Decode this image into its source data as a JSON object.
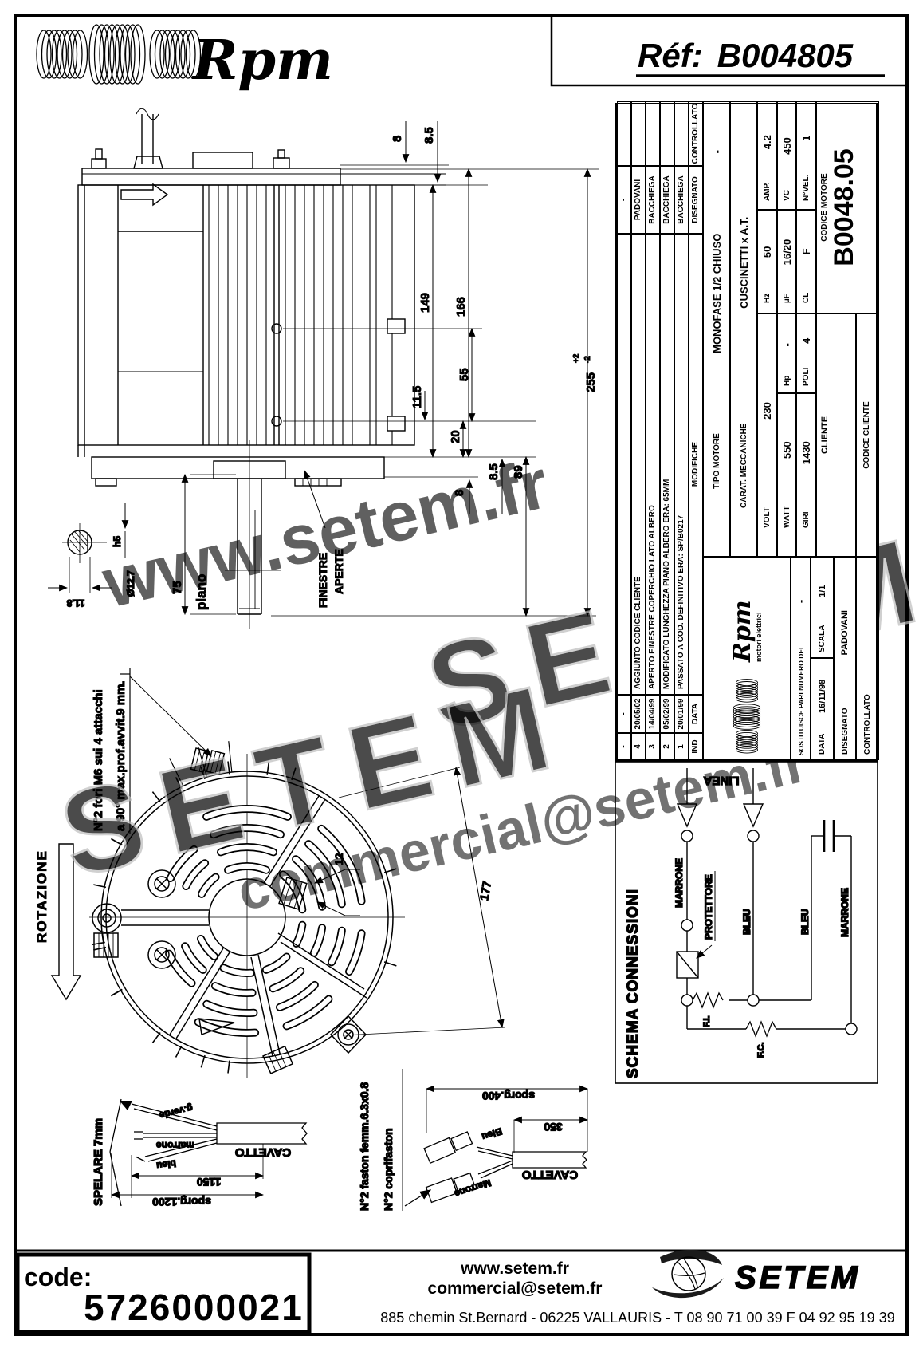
{
  "page": {
    "brand": "Rpm",
    "ref_label": "Réf:",
    "ref_value": "B004805"
  },
  "watermarks": {
    "w1": "www.setem.fr",
    "w2": "SETEM",
    "w3": "SETEM",
    "w4": "commercial@setem.fr"
  },
  "side_view": {
    "dim_8_top": "8",
    "dim_85_top": "8.5",
    "dim_149": "149",
    "dim_166": "166",
    "dim_255": "255",
    "tol_plus": "+2",
    "tol_minus": "-2",
    "dim_55": "55",
    "dim_115": "11.5",
    "dim_20": "20",
    "dim_8_bot": "8",
    "dim_85_bot": "8.5",
    "dim_89": "89",
    "dim_75": "75",
    "piano": "piano",
    "finestre_line1": "FINESTRE",
    "finestre_line2": "APERTE",
    "shaft_dia": "Ø12.7",
    "shaft_h5": "h5",
    "dim_118": "11.8"
  },
  "front_view": {
    "rotazione": "ROTAZIONE",
    "note_line1": "N°2 fori M6 sui 4 attacchi",
    "note_line2": "a 90° max.prof.avvit.9 mm.",
    "dim_177": "177",
    "dim_12": "12"
  },
  "cable_detail": {
    "spelare": "SPELARE 7mm",
    "wire_green": "g.verde",
    "wire_brown": "marrone",
    "wire_blue": "bleu",
    "cavetto": "CAVETTO",
    "dim_1150": "1150",
    "dim_sporg1200": "sporg.1200"
  },
  "faston_detail": {
    "note_faston": "N°2 faston femm.6.3x0.8",
    "note_coprifaston": "N°2 coprifaston",
    "wire_blue": "Bleu",
    "wire_brown": "Marrone",
    "dim_350": "350",
    "dim_sporg400": "sporg.400",
    "cavetto": "CAVETTO"
  },
  "schema": {
    "title": "SCHEMA CONNESSIONI",
    "linea": "LINEA",
    "marrone_left": "MARRONE",
    "protettore": "PROTETTORE",
    "bleu_left": "BLEU",
    "bleu_right": "BLEU",
    "marrone_right": "MARRONE",
    "fi": "F.I.",
    "fc": "F.C."
  },
  "titleblock": {
    "revisions": [
      {
        "ind": "-",
        "date": "-",
        "desc": "",
        "name": "-",
        "ctrl": ""
      },
      {
        "ind": "4",
        "date": "20/05/02",
        "desc": "AGGIUNTO CODICE CLIENTE",
        "name": "PADOVANI",
        "ctrl": ""
      },
      {
        "ind": "3",
        "date": "14/04/99",
        "desc": "APERTO FINESTRE COPERCHIO LATO ALBERO",
        "name": "BACCHIEGA",
        "ctrl": ""
      },
      {
        "ind": "2",
        "date": "05/02/99",
        "desc": "MODIFICATO LUNGHEZZA PIANO ALBERO ERA: 65MM",
        "name": "BACCHIEGA",
        "ctrl": ""
      },
      {
        "ind": "1",
        "date": "20/01/99",
        "desc": "PASSATO A COD. DEFINITIVO ERA: SP/B0217",
        "name": "BACCHIEGA",
        "ctrl": ""
      }
    ],
    "rev_headers": {
      "ind": "IND",
      "date": "DATA",
      "desc": "MODIFICHE",
      "name": "DISEGNATO",
      "ctrl": "CONTROLLATO"
    },
    "logo": "Rpm",
    "logo_sub": "motori elettrici",
    "tipo_label": "TIPO MOTORE",
    "tipo_value": "MONOFASE 1/2 CHIUSO",
    "tipo_dash": "-",
    "carat_label": "CARAT. MECCANICHE",
    "carat_value": "CUSCINETTI x A.T.",
    "elec": {
      "volt_l": "VOLT",
      "volt": "230",
      "hz_l": "Hz",
      "hz": "50",
      "amp_l": "AMP.",
      "amp": "4.2",
      "watt_l": "WATT",
      "watt": "550",
      "hp_l": "Hp",
      "hp": "-",
      "uf_l": "µF",
      "uf": "16/20",
      "vc_l": "VC",
      "vc": "450",
      "giri_l": "GIRI",
      "giri": "1430",
      "poli_l": "POLI",
      "poli": "4",
      "cl_l": "CL",
      "cl": "F",
      "nvel_l": "N°VEL.",
      "nvel": "1"
    },
    "sostituisce": "SOSTITUISCE PARI NUMERO DEL",
    "sostituisce_value": "-",
    "data_label": "DATA",
    "data_value": "16/11/98",
    "scala_label": "SCALA",
    "scala_value": "1/1",
    "disegnato_label": "DISEGNATO",
    "disegnato_value": "PADOVANI",
    "controllato_label": "CONTROLLATO",
    "cliente": "CLIENTE",
    "codice_cliente": "CODICE CLIENTE",
    "codice_motore": "CODICE MOTORE",
    "codice_motore_value": "B0048.05"
  },
  "footer": {
    "code_label": "code:",
    "code_value": "5726000021",
    "website": "www.setem.fr",
    "email": "commercial@setem.fr",
    "address": "885 chemin St.Bernard  -  06225 VALLAURIS  -  T 08 90 71 00 39   F 04 92 95 19 39",
    "setem": "SETEM"
  }
}
